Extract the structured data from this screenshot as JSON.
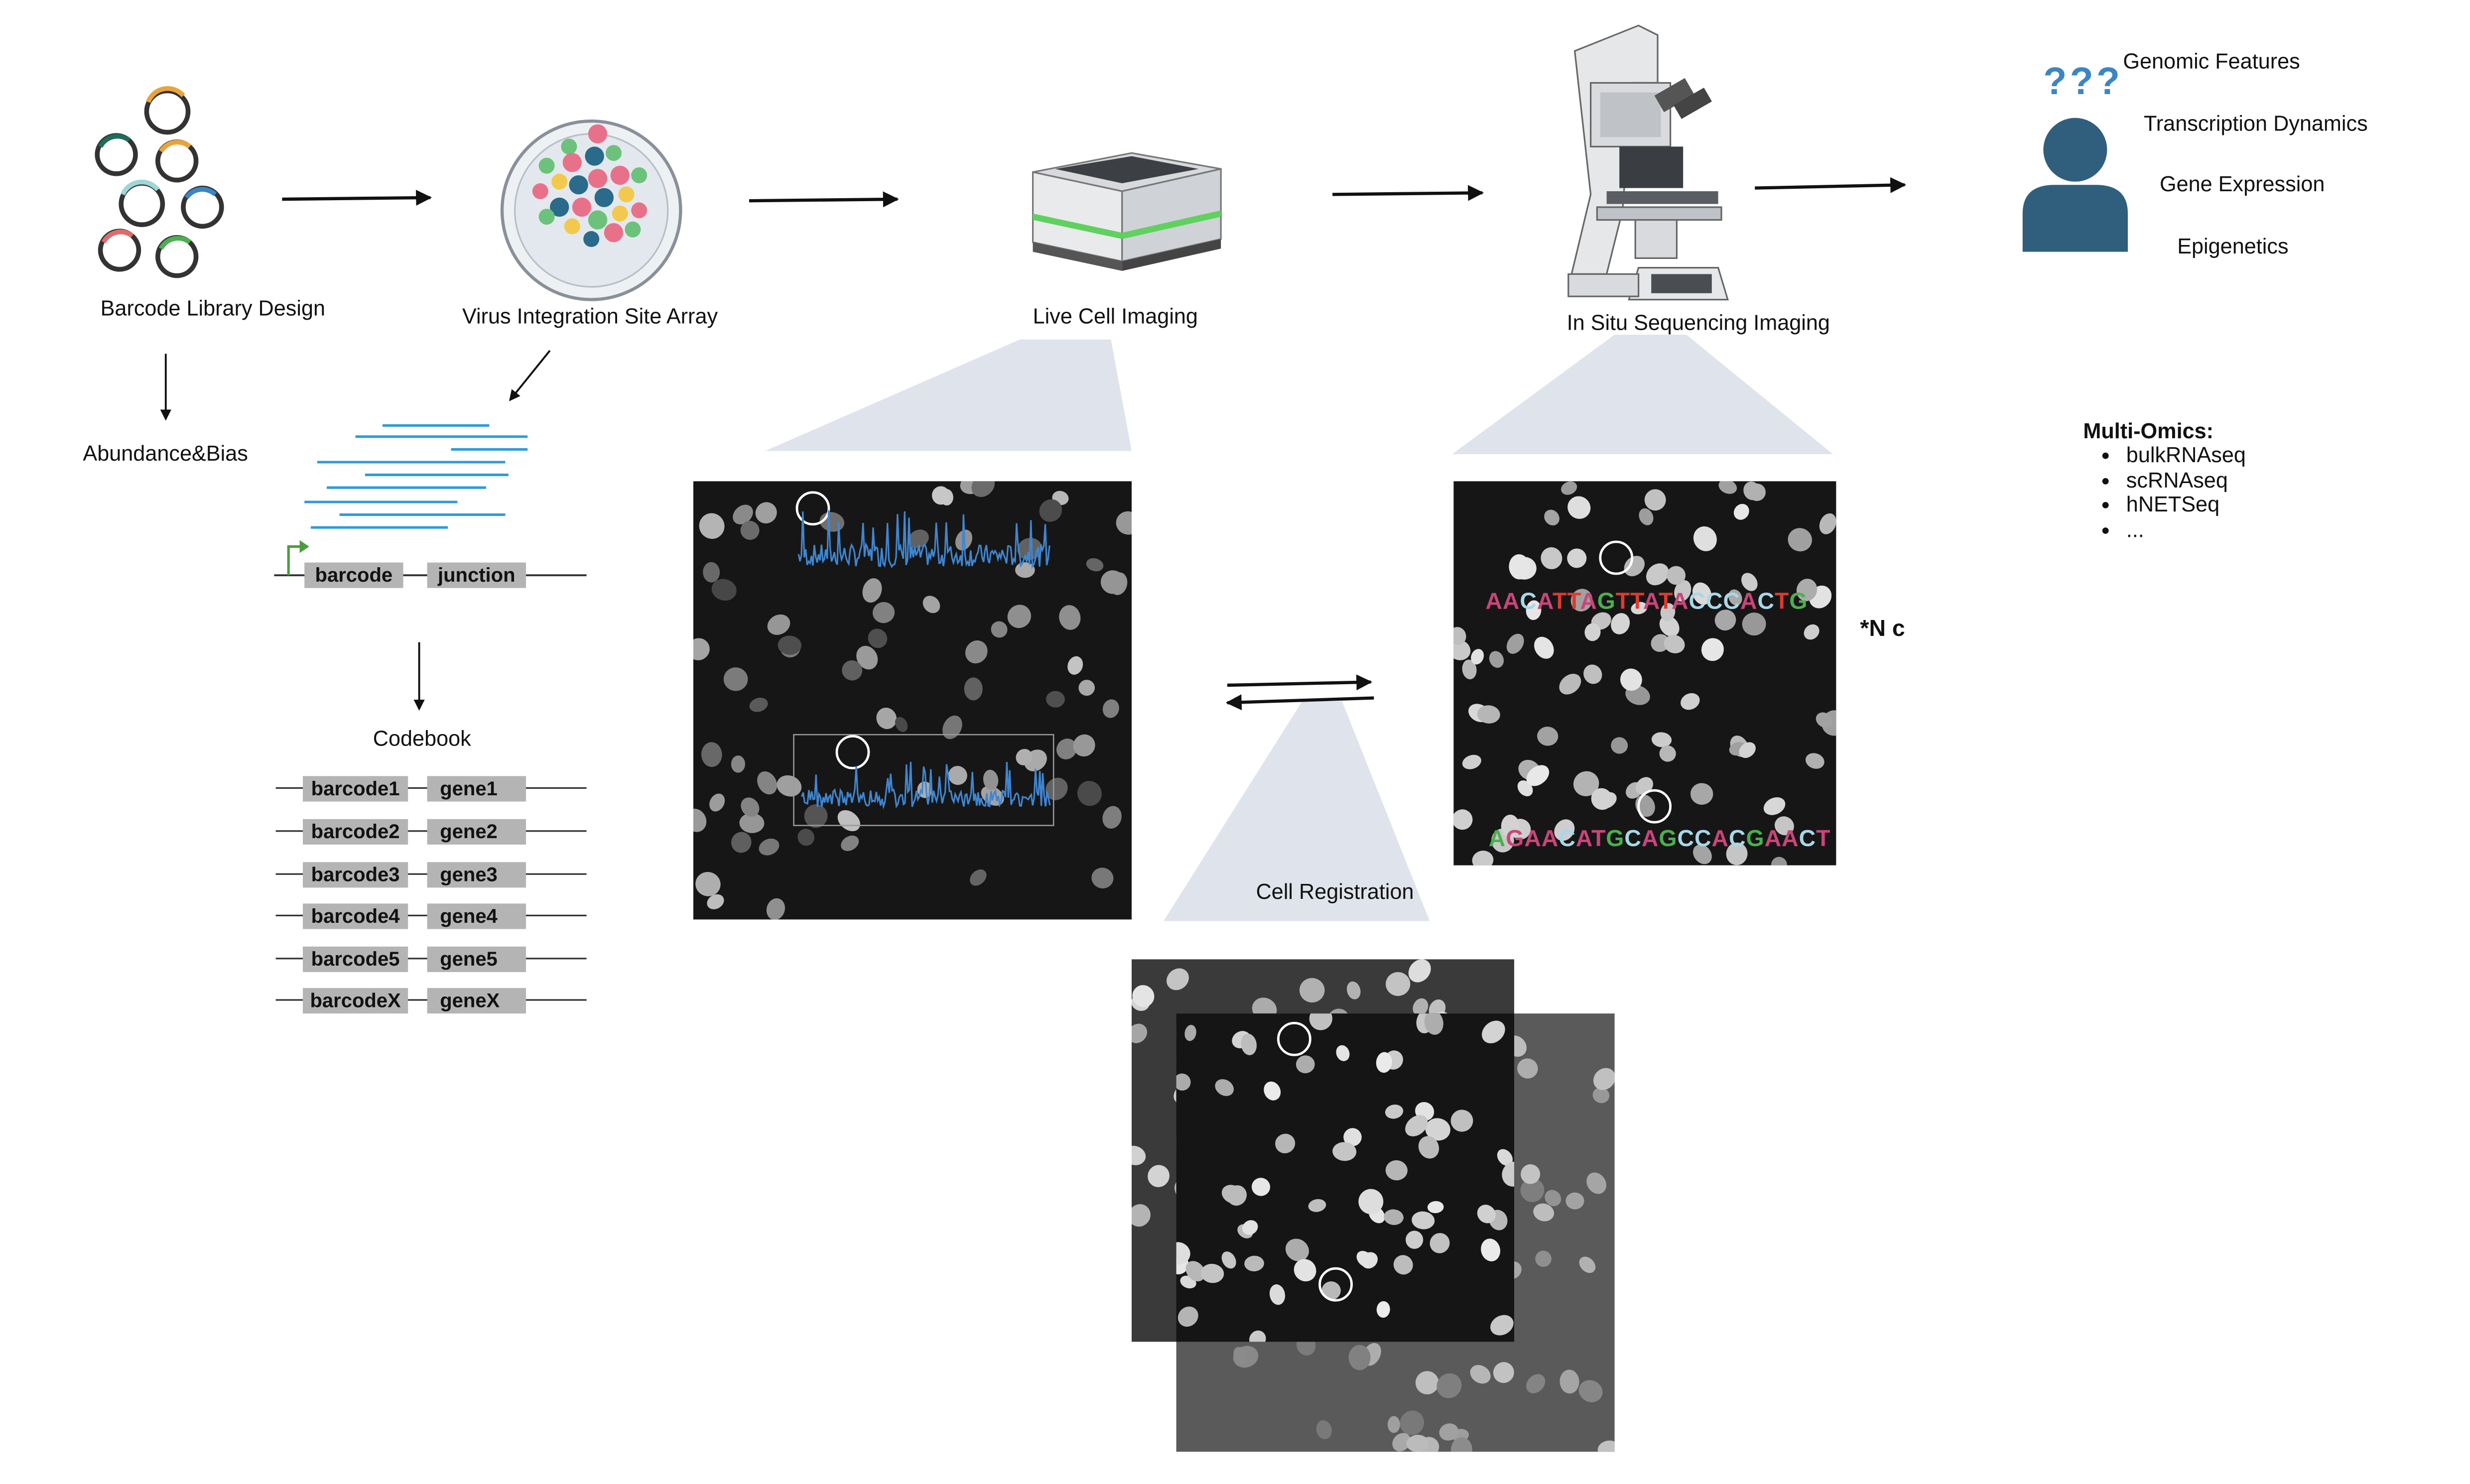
{
  "stages": {
    "library": "Barcode Library Design",
    "virus": "Virus Integration Site Array",
    "live": "Live Cell Imaging",
    "insitu": "In Situ Sequencing Imaging"
  },
  "abundance": "Abundance&Bias",
  "construct": {
    "barcode": "barcode",
    "junction": "junction"
  },
  "codebook": {
    "title": "Codebook",
    "rows": [
      {
        "barcode": "barcode1",
        "gene": "gene1"
      },
      {
        "barcode": "barcode2",
        "gene": "gene2"
      },
      {
        "barcode": "barcode3",
        "gene": "gene3"
      },
      {
        "barcode": "barcode4",
        "gene": "gene4"
      },
      {
        "barcode": "barcode5",
        "gene": "gene5"
      },
      {
        "barcode": "barcodeX",
        "gene": "geneX"
      }
    ]
  },
  "outcomes": [
    "Genomic Features",
    "Transcription Dynamics",
    "Gene Expression",
    "Epigenetics"
  ],
  "question_marks": "???",
  "multi_omics": {
    "title": "Multi-Omics:",
    "items": [
      "bulkRNAseq",
      "scRNAseq",
      "hNETSeq",
      "..."
    ]
  },
  "cycles": "*N c",
  "registration": "Cell Registration",
  "sequences": {
    "top": [
      {
        "t": "A",
        "c": "#c9457a"
      },
      {
        "t": "A",
        "c": "#c9457a"
      },
      {
        "t": "C",
        "c": "#a8d8e8"
      },
      {
        "t": "A",
        "c": "#c9457a"
      },
      {
        "t": "T",
        "c": "#e03a2e"
      },
      {
        "t": "T",
        "c": "#e03a2e"
      },
      {
        "t": "A",
        "c": "#c9457a"
      },
      {
        "t": "G",
        "c": "#4caf50"
      },
      {
        "t": "T",
        "c": "#e03a2e"
      },
      {
        "t": "T",
        "c": "#e03a2e"
      },
      {
        "t": "A",
        "c": "#c9457a"
      },
      {
        "t": "T",
        "c": "#e03a2e"
      },
      {
        "t": "A",
        "c": "#c9457a"
      },
      {
        "t": "C",
        "c": "#a8d8e8"
      },
      {
        "t": "C",
        "c": "#a8d8e8"
      },
      {
        "t": "C",
        "c": "#a8d8e8"
      },
      {
        "t": "A",
        "c": "#c9457a"
      },
      {
        "t": "C",
        "c": "#a8d8e8"
      },
      {
        "t": "T",
        "c": "#e03a2e"
      },
      {
        "t": "G",
        "c": "#4caf50"
      }
    ],
    "bottom": [
      {
        "t": "A",
        "c": "#4caf50"
      },
      {
        "t": "G",
        "c": "#c9457a"
      },
      {
        "t": "A",
        "c": "#c9457a"
      },
      {
        "t": "A",
        "c": "#c9457a"
      },
      {
        "t": "C",
        "c": "#a8d8e8"
      },
      {
        "t": "A",
        "c": "#c9457a"
      },
      {
        "t": "T",
        "c": "#c9457a"
      },
      {
        "t": "G",
        "c": "#4caf50"
      },
      {
        "t": "C",
        "c": "#a8d8e8"
      },
      {
        "t": "A",
        "c": "#c9457a"
      },
      {
        "t": "G",
        "c": "#4caf50"
      },
      {
        "t": "C",
        "c": "#a8d8e8"
      },
      {
        "t": "C",
        "c": "#a8d8e8"
      },
      {
        "t": "A",
        "c": "#c9457a"
      },
      {
        "t": "C",
        "c": "#a8d8e8"
      },
      {
        "t": "G",
        "c": "#4caf50"
      },
      {
        "t": "A",
        "c": "#c9457a"
      },
      {
        "t": "A",
        "c": "#c9457a"
      },
      {
        "t": "C",
        "c": "#a8d8e8"
      },
      {
        "t": "T",
        "c": "#c9457a"
      }
    ]
  },
  "colors": {
    "trace": "#3f86d1",
    "read_line": "#2b9bdb",
    "person": "#2f5f7d",
    "question": "#3b86c4",
    "promoter": "#4a9d3a"
  }
}
